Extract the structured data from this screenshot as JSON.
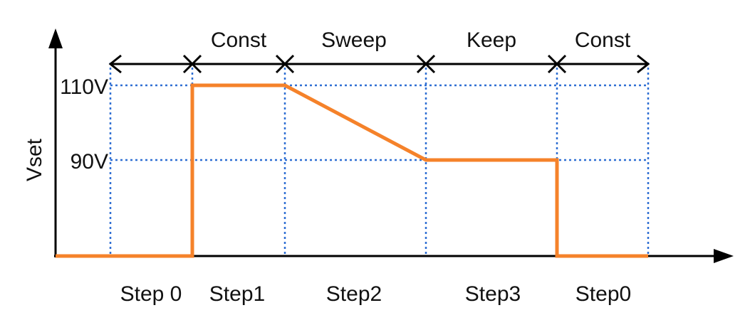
{
  "diagram": {
    "y_axis_label": "Vset",
    "y_ticks": [
      {
        "label": "110V",
        "value": 110
      },
      {
        "label": "90V",
        "value": 90
      }
    ],
    "phases": [
      "Const",
      "Sweep",
      "Keep",
      "Const"
    ],
    "steps": [
      "Step 0",
      "Step1",
      "Step2",
      "Step3",
      "Step0"
    ],
    "colors": {
      "waveform": "#F5822A",
      "grid": "#2F6FD3",
      "axis": "#000000"
    }
  }
}
